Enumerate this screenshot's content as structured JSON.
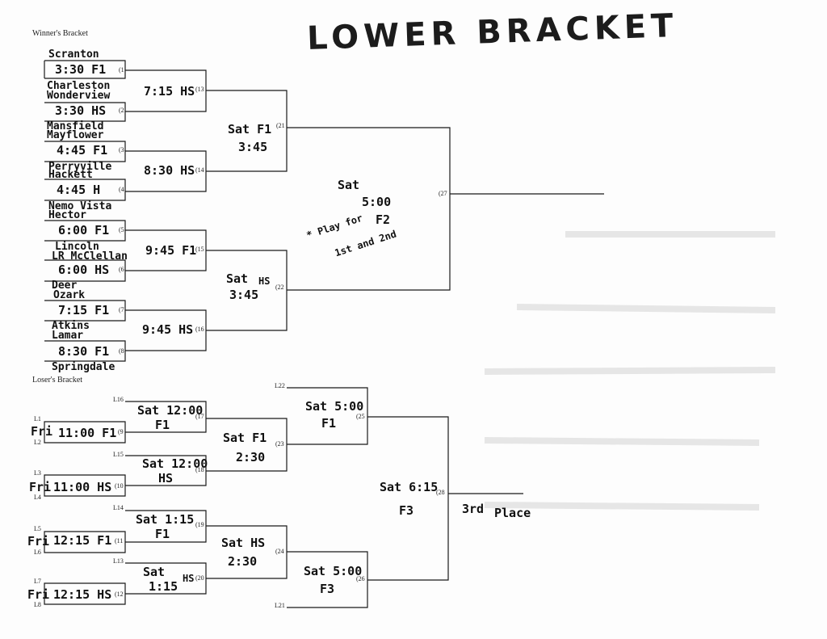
{
  "title": "LOWER BRACKET",
  "winners_heading": "Winner's Bracket",
  "losers_heading": "Loser's Bracket",
  "winners": {
    "teams": [
      "Scranton",
      "Charleston",
      "Wonderview",
      "Mansfield",
      "Mayflower",
      "Perryville",
      "Hackett",
      "Nemo Vista",
      "Hector",
      "Lincoln",
      "LR McClellan",
      "Deer",
      "Ozark",
      "Atkins",
      "Lamar",
      "Springdale"
    ],
    "round1": [
      {
        "time": "3:30 F1",
        "num": "(1"
      },
      {
        "time": "3:30 HS",
        "num": "(2"
      },
      {
        "time": "4:45 F1",
        "num": "(3"
      },
      {
        "time": "4:45 H",
        "num": "(4"
      },
      {
        "time": "6:00 F1",
        "num": "(5"
      },
      {
        "time": "6:00 HS",
        "num": "(6"
      },
      {
        "time": "7:15 F1",
        "num": "(7"
      },
      {
        "time": "8:30 F1",
        "num": "(8"
      }
    ],
    "round2": [
      {
        "time": "7:15 HS",
        "num": "(13"
      },
      {
        "time": "8:30 HS",
        "num": "(14"
      },
      {
        "time": "9:45 F1",
        "num": "(15"
      },
      {
        "time": "9:45 HS",
        "num": "(16"
      }
    ],
    "semis": [
      {
        "day": "Sat F1",
        "time": "3:45",
        "num": "(21"
      },
      {
        "day": "Sat",
        "venue": "HS",
        "time": "3:45",
        "num": "(22"
      }
    ],
    "final": {
      "day": "Sat",
      "time": "5:00",
      "venue": "F2",
      "num": "(27",
      "note1": "* Play for",
      "note2": "1st and 2nd"
    }
  },
  "losers": {
    "feeds": [
      "L16",
      "L1",
      "L2",
      "L15",
      "L3",
      "L4",
      "L14",
      "L5",
      "L6",
      "L13",
      "L7",
      "L8"
    ],
    "round1": [
      {
        "day": "Fri",
        "time": "11:00 F1",
        "num": "(9"
      },
      {
        "day": "Fri",
        "time": "11:00 HS",
        "num": "(10"
      },
      {
        "day": "Fri",
        "time": "12:15 F1",
        "num": "(11"
      },
      {
        "day": "Fri",
        "time": "12:15 HS",
        "num": "(12"
      }
    ],
    "round2": [
      {
        "line1": "Sat 12:00",
        "line2": "F1",
        "num": "(17"
      },
      {
        "line1": "Sat 12:00",
        "line2": "HS",
        "num": "(18"
      },
      {
        "line1": "Sat 1:15",
        "line2": "F1",
        "num": "(19"
      },
      {
        "line1": "Sat",
        "line2": "1:15",
        "extra": "HS",
        "num": "(20"
      }
    ],
    "round3": [
      {
        "line1": "Sat F1",
        "line2": "2:30",
        "num": "(23"
      },
      {
        "line1": "Sat HS",
        "line2": "2:30",
        "num": "(24"
      }
    ],
    "round4": [
      {
        "feed": "L22",
        "line1": "Sat 5:00",
        "line2": "F1",
        "num": "(25"
      },
      {
        "feed": "L21",
        "line1": "Sat 5:00",
        "line2": "F3",
        "num": "(26"
      }
    ],
    "third": {
      "line1": "Sat 6:15",
      "line2": "F3",
      "num": "(28",
      "place1": "3rd",
      "place2": "Place"
    }
  }
}
